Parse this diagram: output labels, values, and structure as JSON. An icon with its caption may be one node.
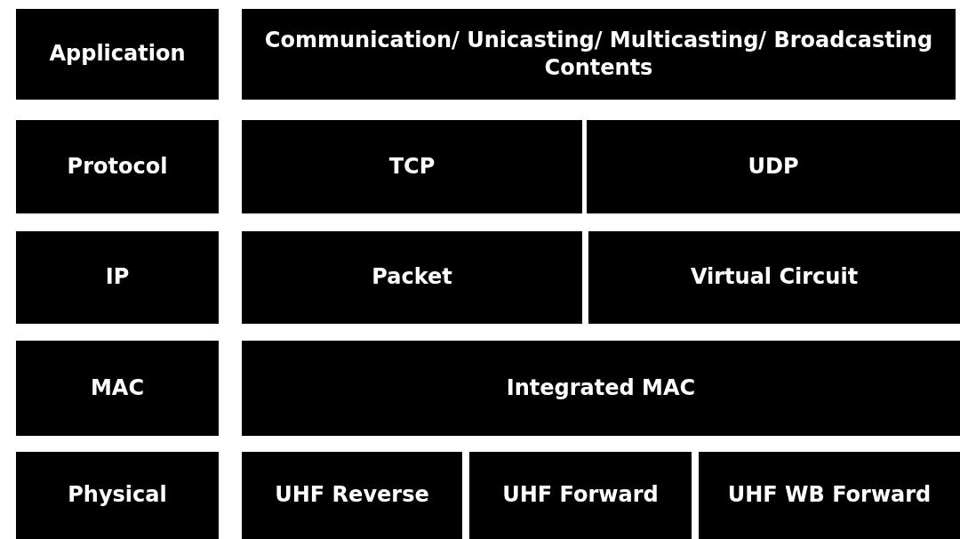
{
  "diagram": {
    "nodes": [
      {
        "text": [
          "Application"
        ]
      },
      {
        "text": [
          "Communication/ Unicasting/ Multicasting/ Broadcasting Contents"
        ]
      },
      {
        "text": [
          "Protocol"
        ]
      },
      {
        "text": [
          "TCP"
        ]
      },
      {
        "text": [
          "UDP"
        ]
      },
      {
        "text": [
          "IP"
        ]
      },
      {
        "text": [
          "Packet"
        ]
      },
      {
        "text": [
          "Virtual Circuit"
        ]
      },
      {
        "text": [
          "MAC"
        ]
      },
      {
        "text": [
          "Integrated MAC"
        ]
      },
      {
        "text": [
          "Physical"
        ]
      },
      {
        "text": [
          "UHF Reverse"
        ]
      },
      {
        "text": [
          "UHF Forward"
        ]
      },
      {
        "text": [
          "UHF WB Forward"
        ]
      }
    ],
    "edges": []
  }
}
